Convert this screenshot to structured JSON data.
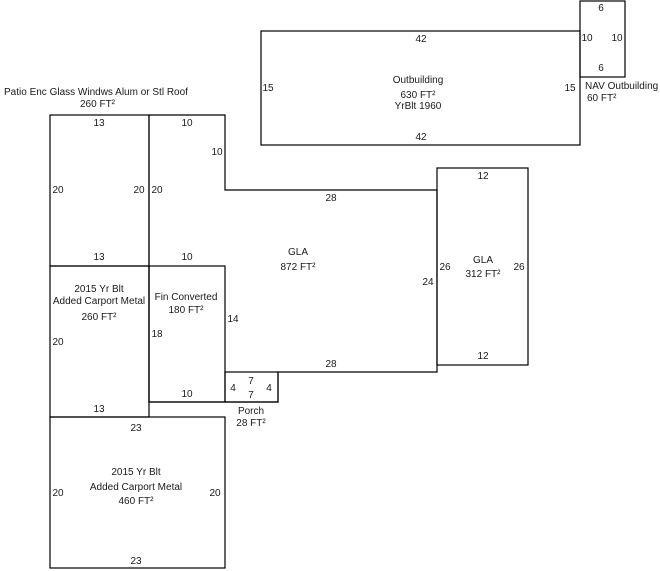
{
  "sketch": {
    "outbuilding": {
      "name": "Outbuilding",
      "area": "630 FT²",
      "year": "YrBlt 1960",
      "top": "42",
      "bottom": "42",
      "left": "15",
      "right": "15"
    },
    "nav_outbuilding": {
      "name": "NAV Outbuilding",
      "area": "60 FT²",
      "top": "6",
      "bottom": "6",
      "left": "10",
      "right": "10"
    },
    "patio": {
      "name": "Patio Enc Glass Windws Alum or Stl Roof",
      "area": "260 FT²",
      "top": "13",
      "bottom": "13",
      "left": "20",
      "right": "20"
    },
    "gla_main": {
      "name": "GLA",
      "area": "872 FT²",
      "top_a": "10",
      "step": "10",
      "top_b": "28",
      "left": "20",
      "fin_top": "10",
      "right": "24",
      "fin_side": "14",
      "bottom": "28",
      "fin_bottom": "10"
    },
    "gla_right": {
      "name": "GLA",
      "area": "312 FT²",
      "top": "12",
      "bottom": "12",
      "left": "26",
      "right": "26"
    },
    "carport_upper": {
      "year": "2015 Yr Blt",
      "name": "Added Carport Metal",
      "area": "260 FT²",
      "left": "20",
      "bottom": "13"
    },
    "fin_converted": {
      "name": "Fin Converted",
      "area": "180 FT²",
      "left": "18"
    },
    "porch": {
      "name": "Porch",
      "area": "28 FT²",
      "top": "7",
      "bottom": "7",
      "left": "4",
      "right": "4"
    },
    "carport_lower": {
      "year": "2015 Yr Blt",
      "name": "Added Carport Metal",
      "area": "460 FT²",
      "top": "23",
      "bottom": "23",
      "left": "20",
      "right": "20"
    }
  }
}
